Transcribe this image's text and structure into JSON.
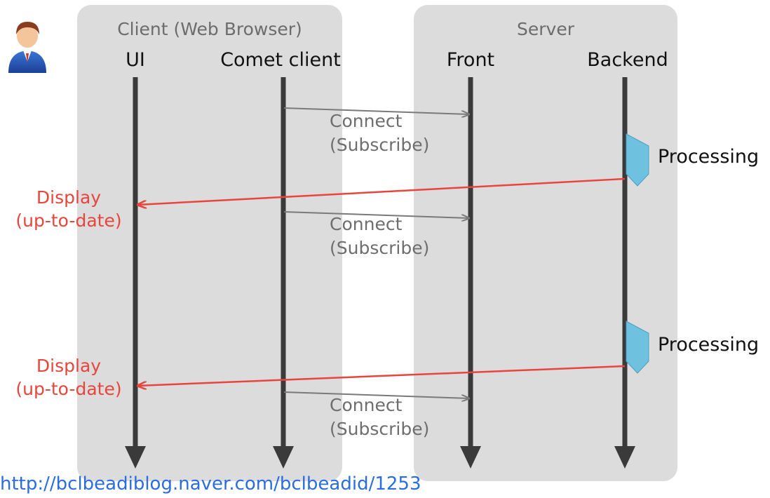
{
  "groups": {
    "client": "Client (Web Browser)",
    "server": "Server"
  },
  "lanes": {
    "ui": "UI",
    "comet": "Comet client",
    "front": "Front",
    "backend": "Backend"
  },
  "messages": {
    "connect_1": [
      "Connect",
      "(Subscribe)"
    ],
    "connect_2": [
      "Connect",
      "(Subscribe)"
    ],
    "connect_3": [
      "Connect",
      "(Subscribe)"
    ],
    "display_1": [
      "Display",
      "(up-to-date)"
    ],
    "display_2": [
      "Display",
      "(up-to-date)"
    ],
    "processing_1": "Processing",
    "processing_2": "Processing"
  },
  "footer": {
    "url": "http://bclbeadiblog.naver.com/bclbeadid/1253"
  },
  "colors": {
    "lifeline": "#3a3a3a",
    "connect_arrow": "#7a7a7a",
    "display_arrow": "#e8453c",
    "processing": "#6ec2e0",
    "panel": "#dcdcdc",
    "url": "#2a6de0"
  },
  "icons": {
    "user": "user-icon"
  }
}
